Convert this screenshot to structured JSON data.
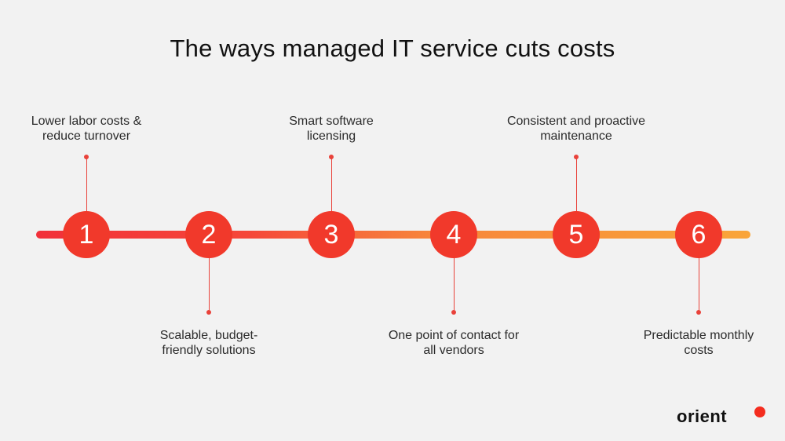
{
  "title": "The ways managed IT service cuts costs",
  "colors": {
    "node": "#f1392b",
    "line_start": "#f2303a",
    "line_end": "#f9a53a",
    "background": "#f2f2f2"
  },
  "steps": [
    {
      "number": "1",
      "label_line1": "Lower labor costs &",
      "label_line2": "reduce turnover",
      "position": "top"
    },
    {
      "number": "2",
      "label_line1": "Scalable, budget-",
      "label_line2": "friendly solutions",
      "position": "bottom"
    },
    {
      "number": "3",
      "label_line1": "Smart software",
      "label_line2": "licensing",
      "position": "top"
    },
    {
      "number": "4",
      "label_line1": "One point of contact for",
      "label_line2": "all vendors",
      "position": "bottom"
    },
    {
      "number": "5",
      "label_line1": "Consistent and proactive",
      "label_line2": "maintenance",
      "position": "top"
    },
    {
      "number": "6",
      "label_line1": "Predictable monthly",
      "label_line2": "costs",
      "position": "bottom"
    }
  ],
  "logo": {
    "text": "orient"
  }
}
